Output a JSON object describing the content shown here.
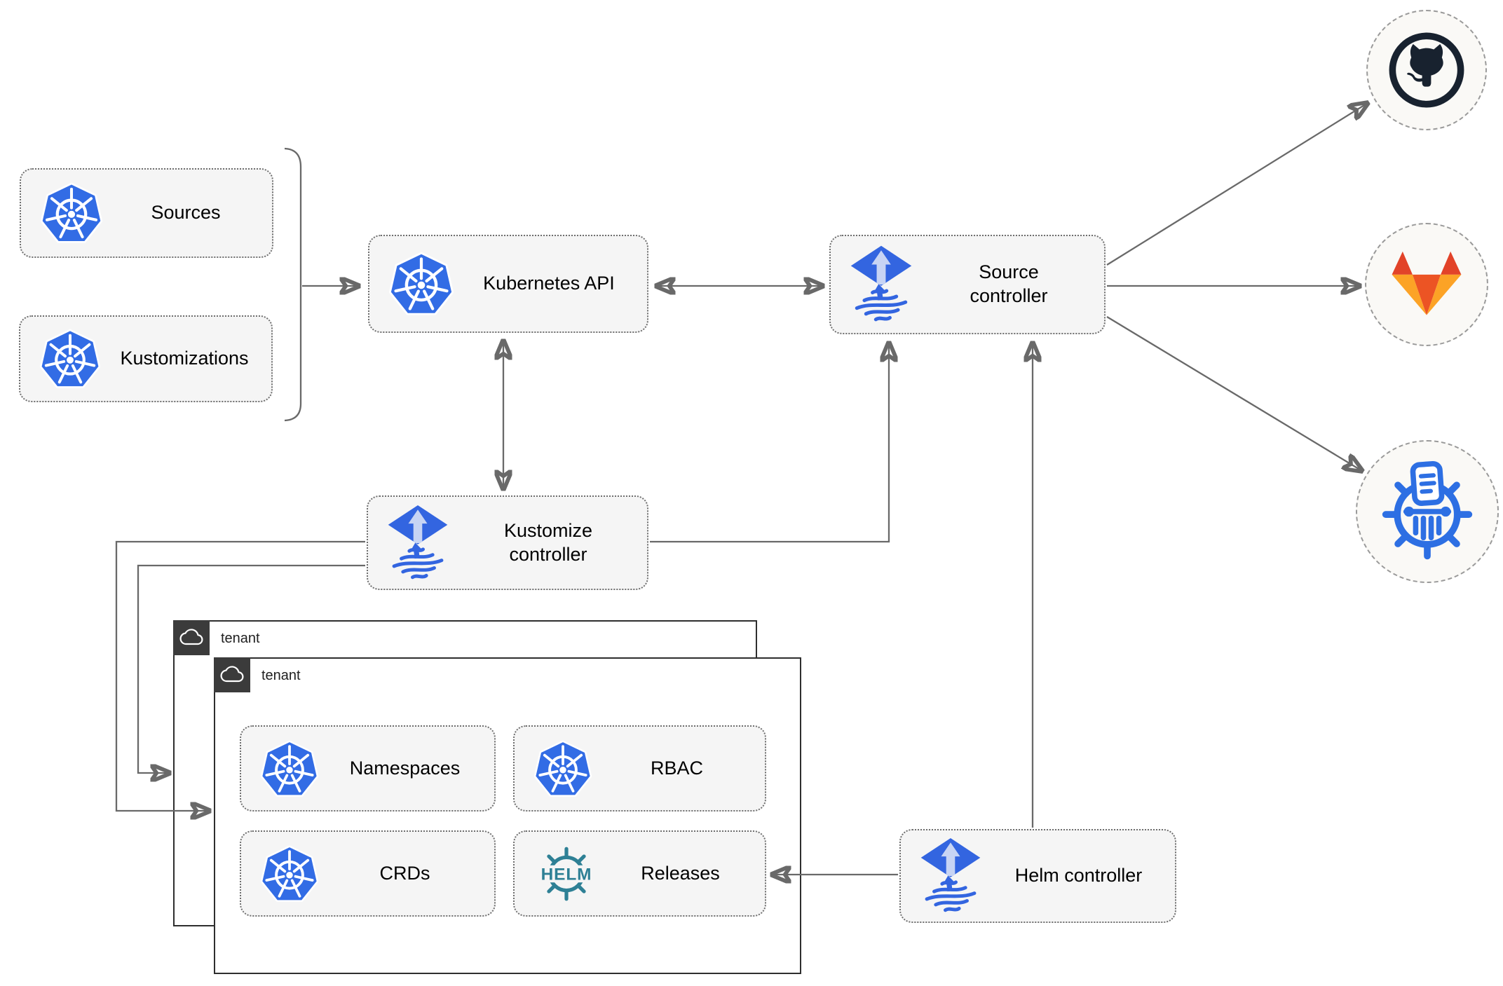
{
  "nodes": {
    "sources": {
      "label": "Sources",
      "icon": "kubernetes"
    },
    "kustomizations": {
      "label": "Kustomizations",
      "icon": "kubernetes"
    },
    "kubernetes_api": {
      "label": "Kubernetes API",
      "icon": "kubernetes"
    },
    "source_controller": {
      "label": "Source controller",
      "icon": "flux"
    },
    "kustomize_controller": {
      "label": "Kustomize controller",
      "icon": "flux"
    },
    "helm_controller": {
      "label": "Helm controller",
      "icon": "flux"
    },
    "tenant_back": {
      "label": "tenant",
      "icon": "cloud"
    },
    "tenant_front": {
      "label": "tenant",
      "icon": "cloud"
    },
    "namespaces": {
      "label": "Namespaces",
      "icon": "kubernetes"
    },
    "rbac": {
      "label": "RBAC",
      "icon": "kubernetes"
    },
    "crds": {
      "label": "CRDs",
      "icon": "kubernetes"
    },
    "releases": {
      "label": "Releases",
      "icon": "helm",
      "icon_text": "HELM"
    },
    "github": {
      "icon": "github"
    },
    "gitlab": {
      "icon": "gitlab"
    },
    "helm_repository": {
      "icon": "chartmuseum"
    }
  },
  "edges": [
    {
      "from": "sources_and_kustomizations_bracket",
      "to": "kubernetes_api",
      "type": "arrow"
    },
    {
      "from": "kubernetes_api",
      "to": "source_controller",
      "type": "double-arrow"
    },
    {
      "from": "kubernetes_api",
      "to": "kustomize_controller",
      "type": "double-arrow"
    },
    {
      "from": "kustomize_controller",
      "to": "source_controller",
      "type": "arrow"
    },
    {
      "from": "kustomize_controller",
      "to": "tenant_back",
      "type": "arrow"
    },
    {
      "from": "kustomize_controller",
      "to": "tenant_front",
      "type": "arrow"
    },
    {
      "from": "helm_controller",
      "to": "source_controller",
      "type": "arrow"
    },
    {
      "from": "helm_controller",
      "to": "releases",
      "type": "arrow"
    },
    {
      "from": "source_controller",
      "to": "github",
      "type": "arrow"
    },
    {
      "from": "source_controller",
      "to": "gitlab",
      "type": "arrow"
    },
    {
      "from": "source_controller",
      "to": "helm_repository",
      "type": "arrow"
    }
  ],
  "colors": {
    "kubernetes_blue": "#326ce5",
    "flux_blue": "#3365e0",
    "flux_arrow_light": "#c7d4f4",
    "helm_teal": "#2e8095",
    "github_dark": "#18222f",
    "gitlab_red": "#e24329",
    "gitlab_center": "#ec5424",
    "gitlab_amber": "#fca326",
    "chartmuseum_blue": "#2d6fe3",
    "node_fill": "#f5f5f5",
    "edge_gray": "#696969",
    "tenant_badge": "#3b3b3b"
  }
}
